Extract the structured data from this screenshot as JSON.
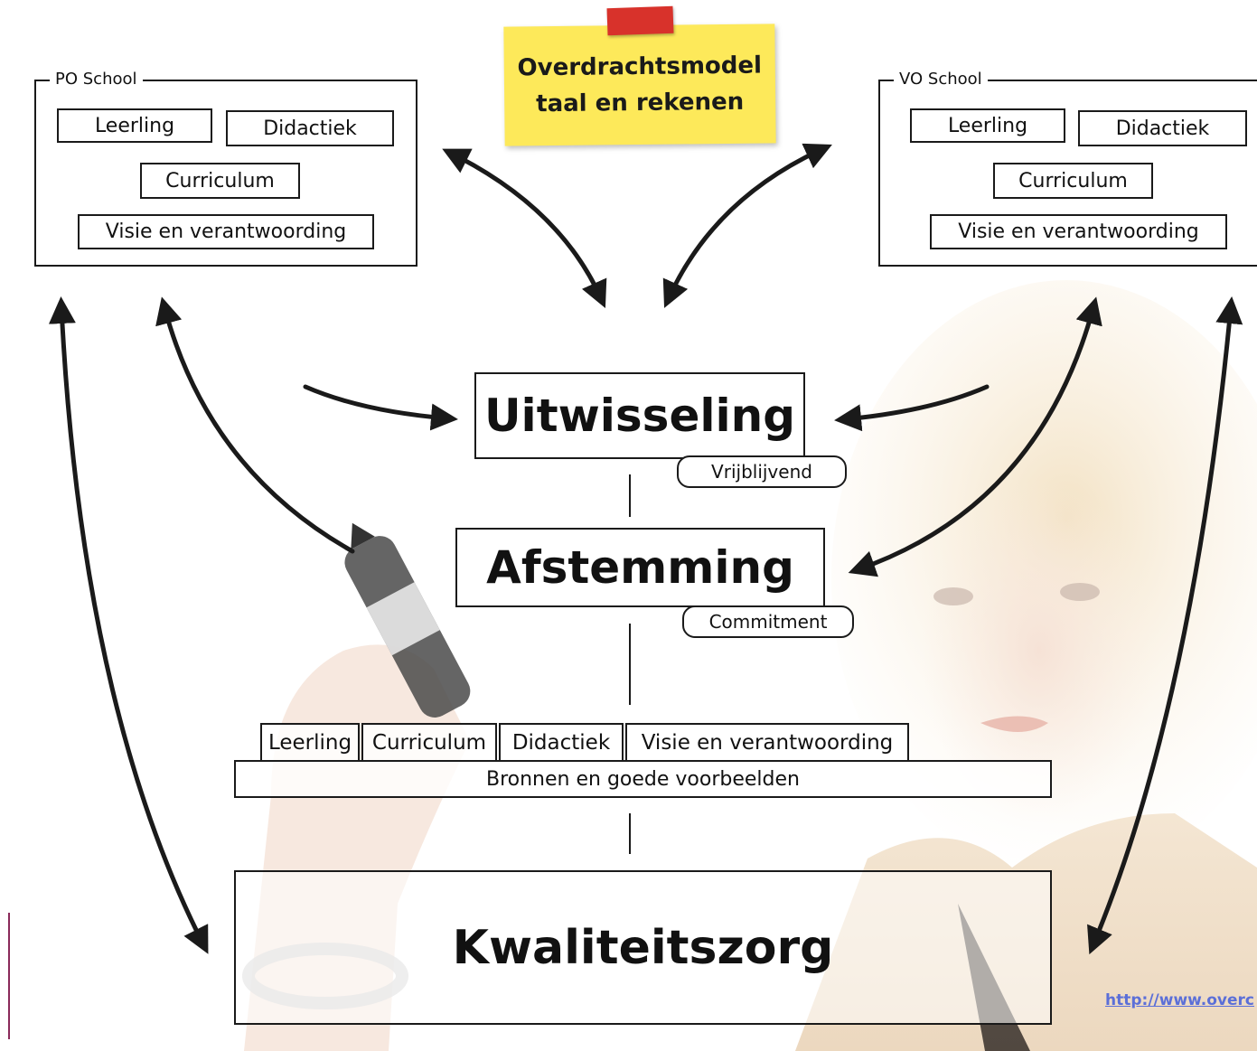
{
  "sticky_note": {
    "line1": "Overdrachtsmodel",
    "line2": "taal en rekenen"
  },
  "po_school": {
    "title": "PO School",
    "items": [
      "Leerling",
      "Didactiek",
      "Curriculum",
      "Visie en verantwoording"
    ]
  },
  "vo_school": {
    "title": "VO School",
    "items": [
      "Leerling",
      "Didactiek",
      "Curriculum",
      "Visie en verantwoording"
    ]
  },
  "stages": {
    "uitwisseling": {
      "label": "Uitwisseling",
      "note": "Vrijblijvend"
    },
    "afstemming": {
      "label": "Afstemming",
      "note": "Commitment"
    }
  },
  "tabs": [
    "Leerling",
    "Curriculum",
    "Didactiek",
    "Visie en verantwoording"
  ],
  "bronnen": "Bronnen en goede voorbeelden",
  "kwaliteitszorg": "Kwaliteitszorg",
  "link": "http://www.overc",
  "colors": {
    "sticky": "#fde95a",
    "pin": "#d8322b",
    "link": "#5b6fd8",
    "ink": "#1a1a1a"
  }
}
